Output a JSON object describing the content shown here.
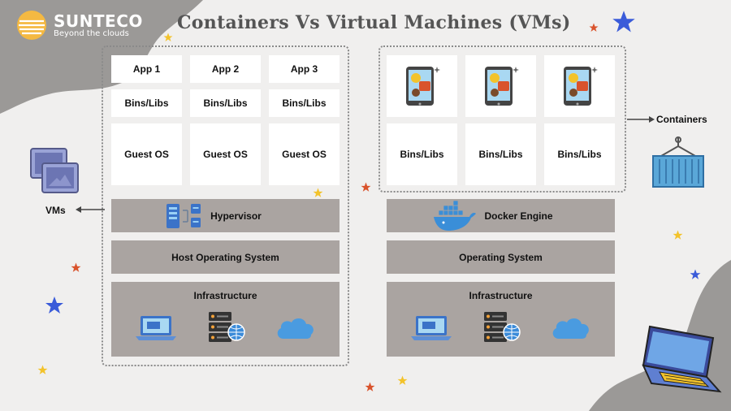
{
  "brand": {
    "name": "SUNTECO",
    "tagline": "Beyond the clouds"
  },
  "title": "Containers Vs Virtual Machines (VMs)",
  "vm_side": {
    "apps": [
      "App 1",
      "App 2",
      "App 3"
    ],
    "bins": [
      "Bins/Libs",
      "Bins/Libs",
      "Bins/Libs"
    ],
    "guest_os": [
      "Guest OS",
      "Guest OS",
      "Guest OS"
    ],
    "hypervisor": "Hypervisor",
    "host_os": "Host Operating System",
    "infrastructure": "Infrastructure",
    "label": "VMs"
  },
  "container_side": {
    "bins": [
      "Bins/Libs",
      "Bins/Libs",
      "Bins/Libs"
    ],
    "engine": "Docker Engine",
    "os": "Operating System",
    "infrastructure": "Infrastructure",
    "label": "Containers"
  },
  "icons": {
    "app_tablet": "tablet-app-icon",
    "server": "server-icon",
    "laptop": "laptop-icon",
    "cloud": "cloud-icon",
    "docker": "docker-whale-icon",
    "vm_windows": "vm-windows-icon",
    "container": "shipping-container-icon"
  },
  "colors": {
    "background": "#f0efee",
    "layer_bar": "#aaa4a1",
    "brand_blob": "#9b9997",
    "sun": "#f4b942",
    "star_blue": "#3a5bd9",
    "star_red": "#d9532c",
    "star_yellow": "#f3c32b",
    "container_blue": "#5aa7d8"
  }
}
